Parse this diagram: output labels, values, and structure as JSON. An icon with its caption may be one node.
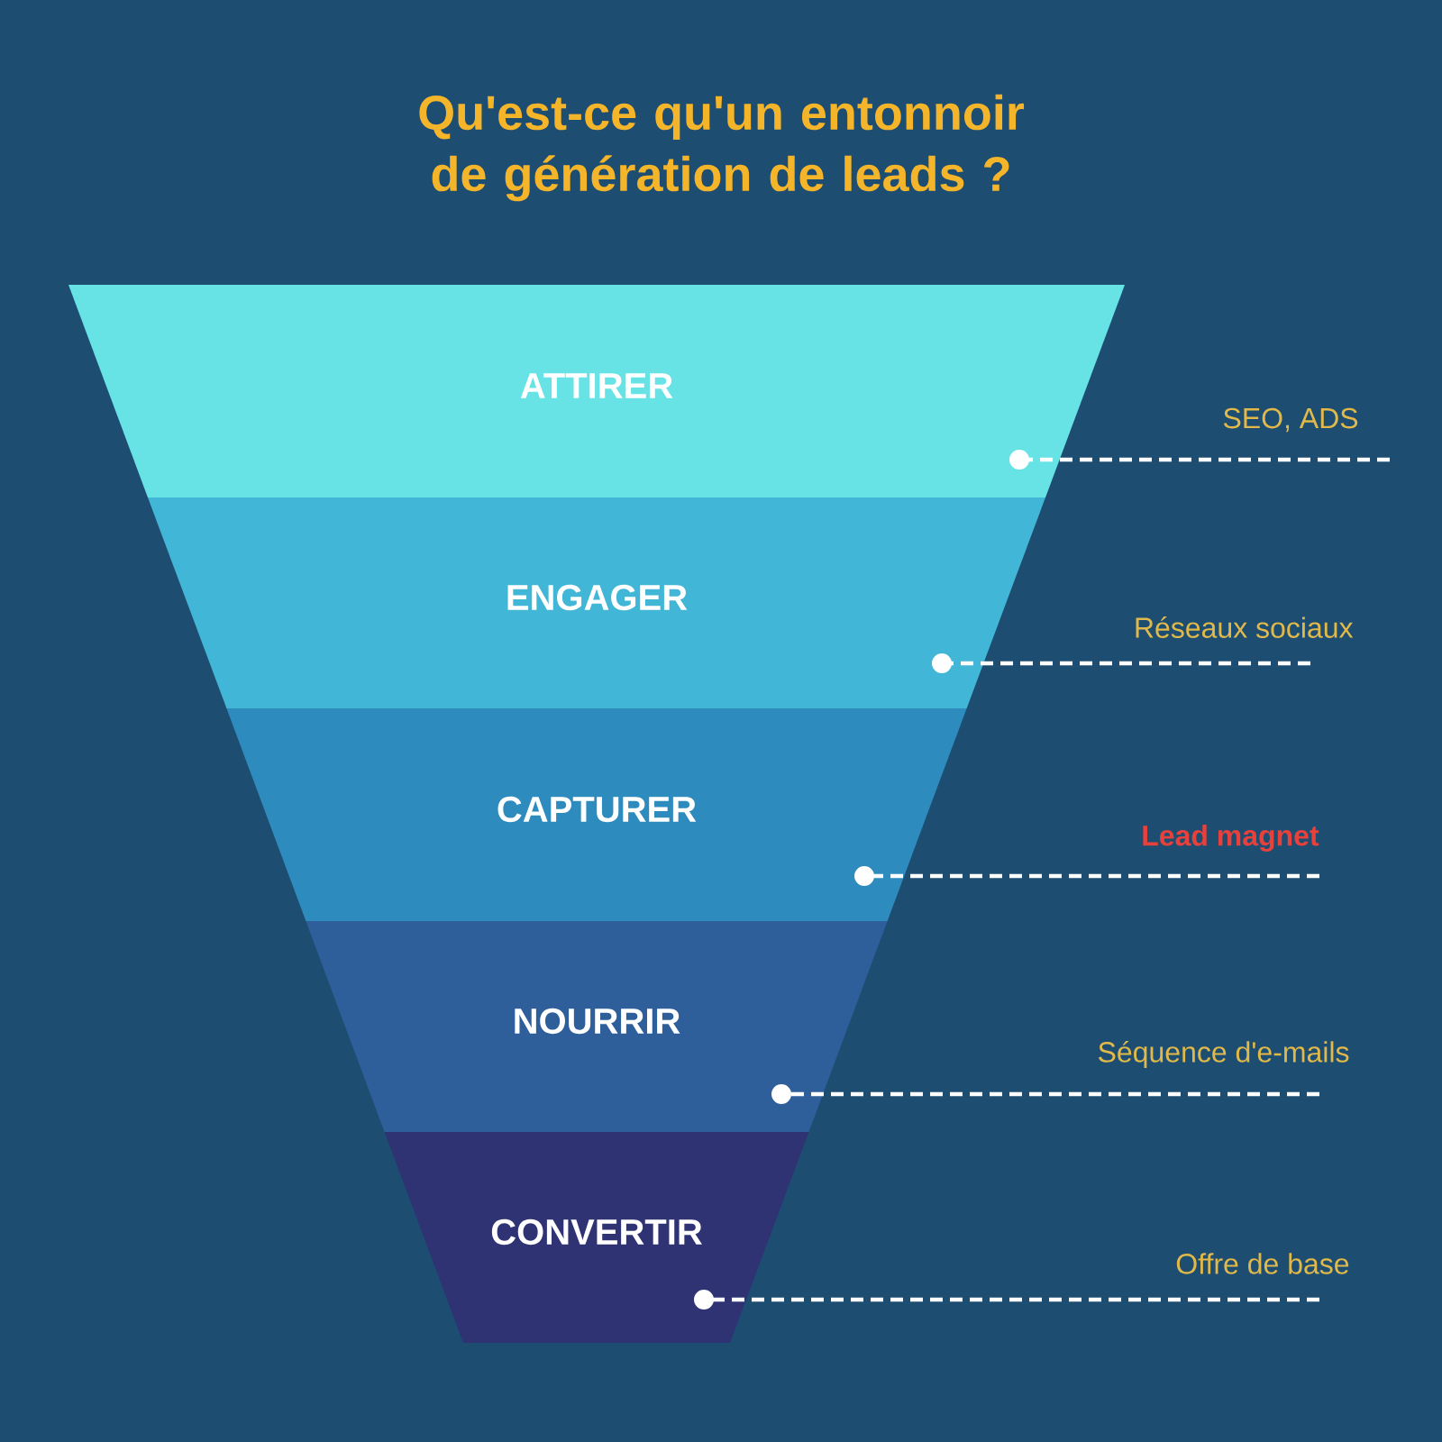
{
  "diagram": {
    "title": "Qu'est-ce qu'un entonnoir de génération de leads ?",
    "nodes": [
      {
        "text": [
          "ATTIRER"
        ]
      },
      {
        "text": [
          "ENGAGER"
        ]
      },
      {
        "text": [
          "CAPTURER"
        ]
      },
      {
        "text": [
          "NOURRIR"
        ]
      },
      {
        "text": [
          "CONVERTIR"
        ]
      },
      {
        "text": [
          "SEO, ADS"
        ]
      },
      {
        "text": [
          "Réseaux sociaux"
        ]
      },
      {
        "text": [
          "Lead magnet"
        ]
      },
      {
        "text": [
          "Séquence d'e-mails"
        ]
      },
      {
        "text": [
          "Offre de base"
        ]
      }
    ],
    "edges": [
      {
        "from": 5,
        "to": 0,
        "arrow": "other",
        "style": "dashed"
      },
      {
        "from": 6,
        "to": 1,
        "arrow": "other",
        "style": "dashed"
      },
      {
        "from": 7,
        "to": 2,
        "arrow": "other",
        "style": "dashed"
      },
      {
        "from": 8,
        "to": 3,
        "arrow": "other",
        "style": "dashed"
      },
      {
        "from": 9,
        "to": 4,
        "arrow": "other",
        "style": "dashed"
      }
    ]
  }
}
